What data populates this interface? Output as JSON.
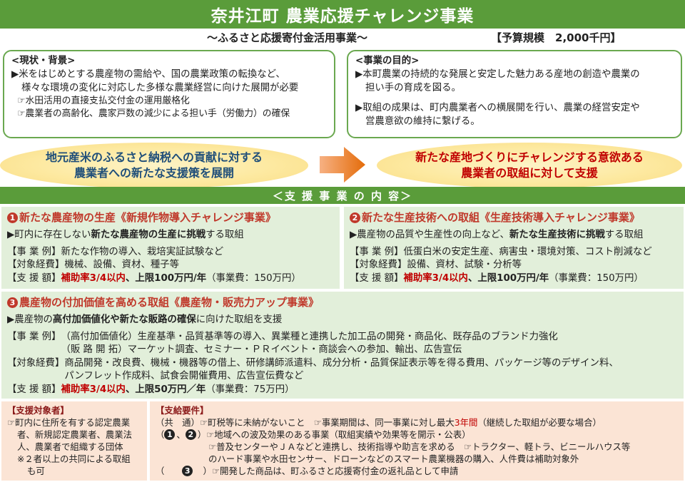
{
  "header": {
    "title": "奈井江町 農業応援チャレンジ事業",
    "subtitle": "～ふるさと応援寄付金活用事業～",
    "budget": "【予算規模　2,000千円】"
  },
  "background": {
    "heading": "<現状・背景>",
    "bullet1_a": "▶米をはじめとする農産物の需給や、国の農業政策の転換など、",
    "bullet1_b": "様々な環境の変化に対応した多様な農業経営に向けた展開が必要",
    "sub1": "☞水田活用の直接支払交付金の運用厳格化",
    "sub2": "☞農業者の高齢化、農家戸数の減少による担い手（労働力）の確保"
  },
  "purpose": {
    "heading": "<事業の目的>",
    "p1_a": "▶本町農業の持続的な発展と安定した魅力ある産地の創造や農業の",
    "p1_b": "担い手の育成を図る。",
    "p2_a": "▶取組の成果は、町内農業者への横展開を行い、農業の経営安定や",
    "p2_b": "営農意欲の維持に繋げる。"
  },
  "flow": {
    "left_1": "地元産米のふるさと納税への貢献に対する",
    "left_2": "農業者への新たな支援策を展開",
    "right_1": "新たな産地づくりにチャレンジする意欲ある",
    "right_2": "農業者の取組に対して支援"
  },
  "support_heading": "＜支 援 事 業 の 内 容＞",
  "panel1": {
    "num": "1",
    "title": "新たな農産物の生産《新規作物導入チャレンジ事業》",
    "lead_pre": "▶町内に存在しない",
    "lead_bold": "新たな農産物の生産に挑戦",
    "lead_post": "する取組",
    "ex_k": "【事 業 例】",
    "ex_v": "新たな作物の導入、栽培実証試験など",
    "cost_k": "【対象経費】",
    "cost_v": "機械、設備、資材、種子等",
    "amt_k": "【支 援 額】",
    "amt_red": "補助率3/4以内",
    "amt_bold": "、上限100万円/年",
    "amt_note": "（事業費：150万円）"
  },
  "panel2": {
    "num": "2",
    "title": "新たな生産技術への取組《生産技術導入チャレンジ事業》",
    "lead_pre": "▶農産物の品質や生産性の向上など、",
    "lead_bold": "新たな生産技術に挑戦",
    "lead_post": "する取組",
    "ex_k": "【事 業 例】",
    "ex_v": "低蛋白米の安定生産、病害虫・環境対策、コスト削減など",
    "cost_k": "【対象経費】",
    "cost_v": "設備、資材、試験・分析等",
    "amt_k": "【支 援 額】",
    "amt_red": "補助率3/4以内",
    "amt_bold": "、上限100万円/年",
    "amt_note": "（事業費：150万円）"
  },
  "panel3": {
    "num": "3",
    "title": "農産物の付加価値を高める取組《農産物・販売力アップ事業》",
    "lead_pre": "▶農産物の",
    "lead_bold": "高付加価値化や新たな販路の確保",
    "lead_post": "に向けた取組を支援",
    "ex_k": "【事 業 例】",
    "ex_v1": "（高付加価値化）生産基準・品質基準等の導入、異業種と連携した加工品の開発・商品化、既存品のブランド力強化",
    "ex_v2": "（販 路 開 拓）マーケット調査、セミナー・ＰＲイベント・商談会への参加、輸出、広告宣伝",
    "cost_k": "【対象経費】",
    "cost_v1": "商品開発・改良費、機械・機器等の借上、研修講師派遣料、成分分析・品質保証表示等を得る費用、パッケージ等のデザイン料、",
    "cost_v2": "パンフレット作成料、試食会開催費用、広告宣伝費など",
    "amt_k": "【支 援 額】",
    "amt_red": "補助率3/4以内",
    "amt_bold": "、上限50万円／年",
    "amt_note": "（事業費：75万円）"
  },
  "target": {
    "heading": "【支援対象者】",
    "l1": "☞町内に住所を有する認定農業",
    "l2": "者、新規認定農業者、農業法",
    "l3": "人、農業者で組織する団体",
    "l4": "※２者以上の共同による取組",
    "l5": "も可"
  },
  "requirements": {
    "heading": "【支給要件】",
    "r1_k": "（共　通）",
    "r1_a": "☞町税等に未納がないこと　☞事業期間は、同一事業に対し最大",
    "r1_hl": "3年間",
    "r1_b": "（継続した取組が必要な場合）",
    "r2_k_num1": "1",
    "r2_k_num2": "2",
    "r2_v": "☞地域への波及効果のある事業（取組実績や効果等を開示・公表）",
    "r3_v": "☞普及センターやＪＡなどと連携し、技術指導や助言を求める　☞トラクター、軽トラ、ビニールハウス等",
    "r4_v": "のハード事業や水田センサー、ドローンなどのスマート農業機器の購入、人件費は補助対象外",
    "r5_k_num": "3",
    "r5_v": "☞開発した商品は、町ふるさと応援寄付金の返礼品として申請"
  }
}
